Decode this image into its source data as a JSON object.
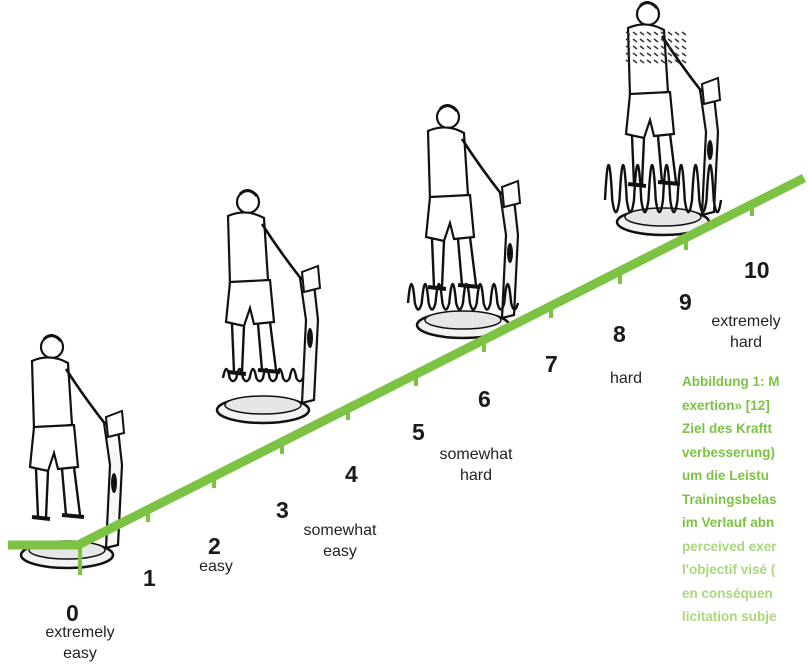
{
  "scale": {
    "points": [
      {
        "number": "0",
        "label": [
          "extremely",
          "easy"
        ]
      },
      {
        "number": "1",
        "label": []
      },
      {
        "number": "2",
        "label": [
          "easy"
        ]
      },
      {
        "number": "3",
        "label": []
      },
      {
        "number": "4",
        "label": [
          "somewhat",
          "easy"
        ]
      },
      {
        "number": "5",
        "label": []
      },
      {
        "number": "6",
        "label": [
          "somewhat",
          "hard"
        ]
      },
      {
        "number": "7",
        "label": []
      },
      {
        "number": "8",
        "label": [
          "hard"
        ]
      },
      {
        "number": "9",
        "label": []
      },
      {
        "number": "10",
        "label": [
          "extremely",
          "hard"
        ]
      }
    ],
    "line_color": "#7cc243"
  },
  "figures": [
    {
      "name": "figure-person-level-0",
      "intensity": 0
    },
    {
      "name": "figure-person-level-3",
      "intensity": 1
    },
    {
      "name": "figure-person-level-6",
      "intensity": 2
    },
    {
      "name": "figure-person-level-9",
      "intensity": 3
    }
  ],
  "caption": {
    "lines": [
      "Abbildung 1: M",
      "exertion» [12]",
      "Ziel des Kraftt",
      "verbesserung)",
      "um die Leistu",
      "Trainingsbelas",
      "im Verlauf abn",
      "perceived exer",
      "l'objectif visé (",
      "en conséquen",
      "licitation subje"
    ],
    "color": "#7cc243",
    "secondary_color": "#a9d87b"
  }
}
